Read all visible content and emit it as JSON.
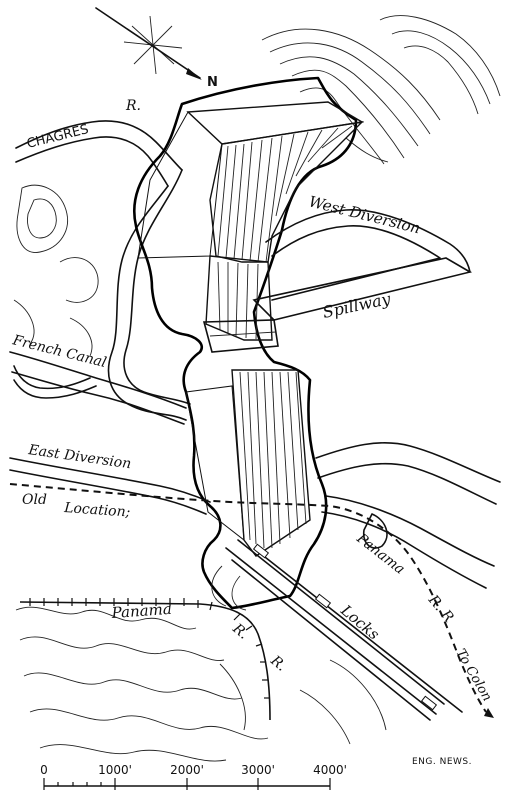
{
  "compass": {
    "north_label": "N"
  },
  "labels": {
    "chagres": "CHAGRES",
    "chagres_r": "R.",
    "west_diversion": "West Diversion",
    "spillway": "Spillway",
    "french_canal": "French Canal",
    "east_diversion": "East Diversion",
    "old": "Old",
    "location": "Location;",
    "panama_rr_1": "Panama",
    "panama_rr_2": "R. R",
    "panama_rr_3": "Panama",
    "panama_rr_4": "R.",
    "panama_rr_5": "R.",
    "locks": "Locks",
    "to_colon": "To Colon"
  },
  "scale": {
    "ticks": [
      "0",
      "1000'",
      "2000'",
      "3000'",
      "4000'"
    ]
  },
  "credit": "ENG. NEWS."
}
